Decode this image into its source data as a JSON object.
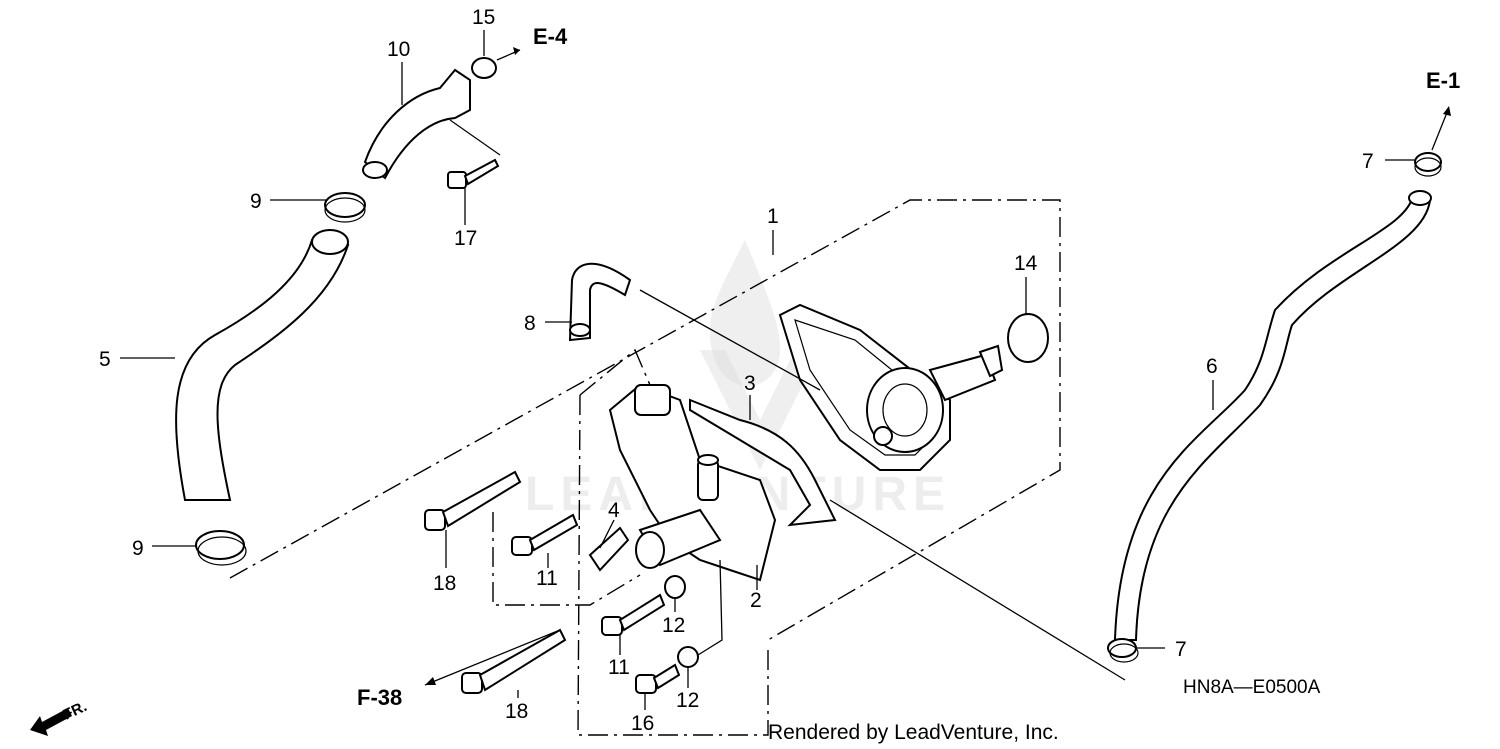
{
  "diagram": {
    "callouts": {
      "c1": "1",
      "c2": "2",
      "c3": "3",
      "c4": "4",
      "c5": "5",
      "c6": "6",
      "c7a": "7",
      "c7b": "7",
      "c8": "8",
      "c9a": "9",
      "c9b": "9",
      "c10": "10",
      "c11a": "11",
      "c11b": "11",
      "c12a": "12",
      "c12b": "12",
      "c14": "14",
      "c15": "15",
      "c16": "16",
      "c17": "17",
      "c18a": "18",
      "c18b": "18"
    },
    "references": {
      "e4": "E-4",
      "e1": "E-1",
      "f38": "F-38"
    },
    "diagram_code": "HN8A—E0500A",
    "direction_label": "FR.",
    "watermark_text": "LEADVENTURE",
    "footer": "Rendered by LeadVenture, Inc."
  }
}
